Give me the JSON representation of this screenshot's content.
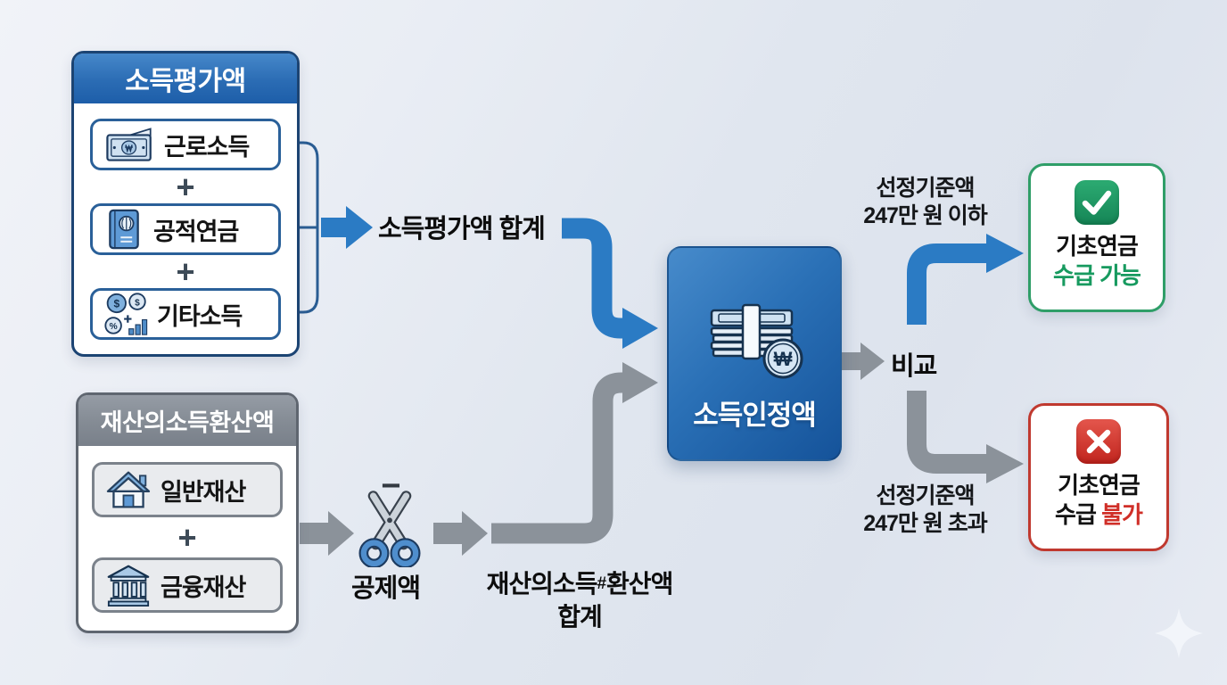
{
  "income_box": {
    "header": "소득평가액",
    "plus": "+",
    "items": [
      {
        "icon": "banknote-icon",
        "label": "근로소득"
      },
      {
        "icon": "pension-book-icon",
        "label": "공적연금"
      },
      {
        "icon": "coins-chart-icon",
        "label": "기타소득"
      }
    ]
  },
  "property_box": {
    "header": "재산의소득환산액",
    "plus": "+",
    "items": [
      {
        "icon": "house-icon",
        "label": "일반재산"
      },
      {
        "icon": "bank-icon",
        "label": "금융재산"
      }
    ]
  },
  "flow": {
    "income_sum": "소득평가액 합계",
    "minus": "−",
    "deduction": "공제액",
    "property_sum_pre": "재산의소득",
    "property_sum_hash": "#",
    "property_sum_post": "환산액",
    "property_sum_line2": "합계",
    "compare": "비교"
  },
  "center_box": {
    "label": "소득인정액",
    "icon": "money-stack-icon"
  },
  "outcome_eligible": {
    "condition_line1": "선정기준액",
    "condition_line2": "247만 원 이하",
    "title": "기초연금",
    "status": "수급 가능"
  },
  "outcome_ineligible": {
    "condition_line1": "선정기준액",
    "condition_line2": "247만 원 초과",
    "title": "기초연금",
    "status_prefix": "수급 ",
    "status_highlight": "불가"
  },
  "icons": {
    "won": "₩",
    "dollar": "$",
    "percent": "%"
  },
  "colors": {
    "blue_arrow": "#2b7bc4",
    "gray_arrow": "#8b929a",
    "header_blue": "#2b6cb4",
    "header_gray": "#848b94",
    "green_accent": "#179a5f",
    "red_accent": "#d02f28",
    "center_box_blue": "#2a70b6"
  }
}
